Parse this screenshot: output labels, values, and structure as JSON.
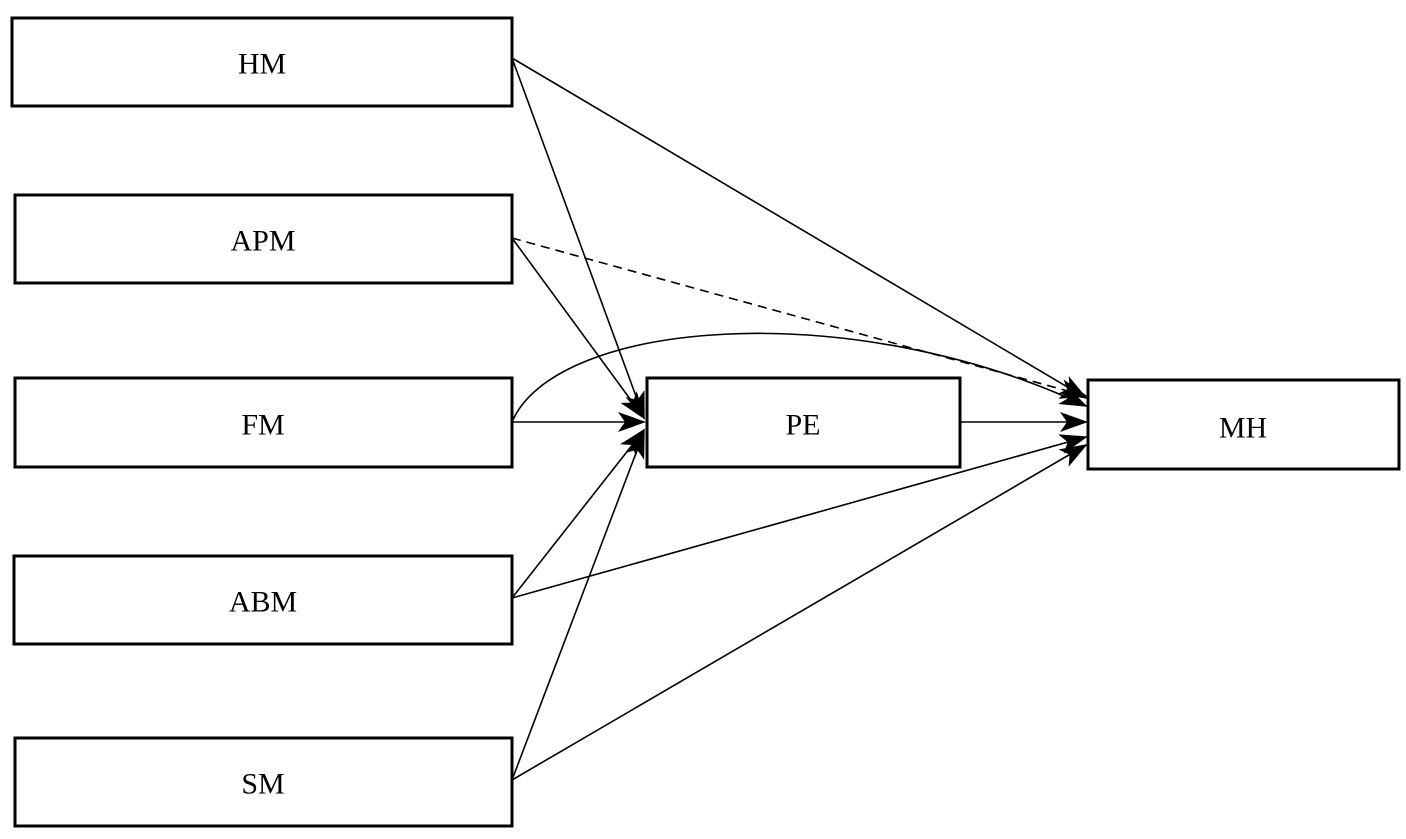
{
  "diagram": {
    "nodes": [
      {
        "id": "HM",
        "label": "HM"
      },
      {
        "id": "APM",
        "label": "APM"
      },
      {
        "id": "FM",
        "label": "FM"
      },
      {
        "id": "ABM",
        "label": "ABM"
      },
      {
        "id": "SM",
        "label": "SM"
      },
      {
        "id": "PE",
        "label": "PE"
      },
      {
        "id": "MH",
        "label": "MH"
      }
    ],
    "edges": [
      {
        "from": "HM",
        "to": "PE",
        "style": "solid"
      },
      {
        "from": "HM",
        "to": "MH",
        "style": "solid"
      },
      {
        "from": "APM",
        "to": "PE",
        "style": "solid"
      },
      {
        "from": "APM",
        "to": "MH",
        "style": "dashed"
      },
      {
        "from": "FM",
        "to": "PE",
        "style": "solid"
      },
      {
        "from": "FM",
        "to": "MH",
        "style": "solid"
      },
      {
        "from": "ABM",
        "to": "PE",
        "style": "solid"
      },
      {
        "from": "ABM",
        "to": "MH",
        "style": "solid"
      },
      {
        "from": "SM",
        "to": "PE",
        "style": "solid"
      },
      {
        "from": "SM",
        "to": "MH",
        "style": "solid"
      },
      {
        "from": "PE",
        "to": "MH",
        "style": "solid"
      }
    ],
    "colors": {
      "stroke": "#000000",
      "background": "#ffffff"
    }
  }
}
